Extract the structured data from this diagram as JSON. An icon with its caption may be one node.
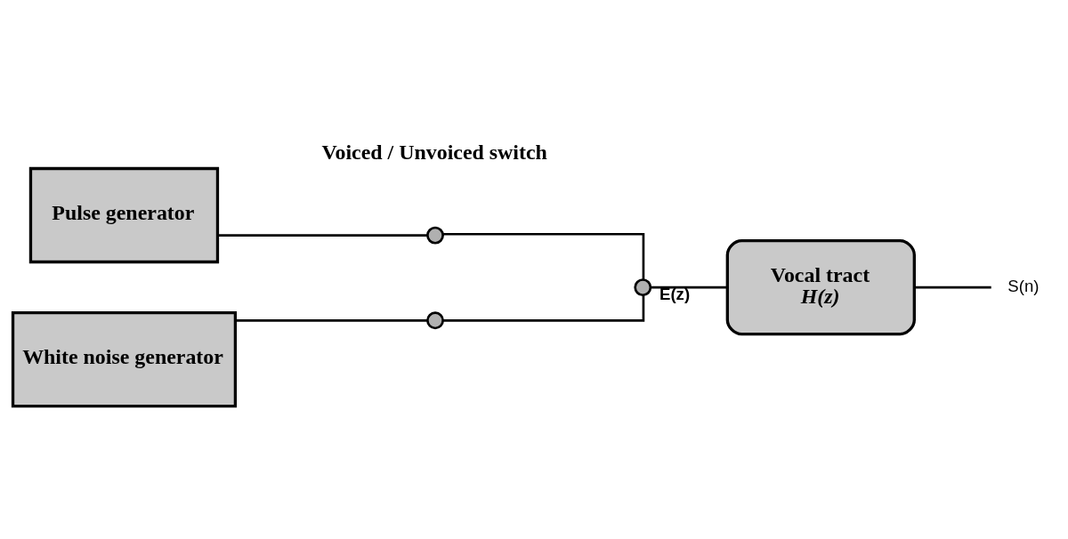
{
  "diagram": {
    "nodes": [
      {
        "text": [
          "Pulse generator"
        ]
      },
      {
        "text": [
          "White noise generator"
        ]
      },
      {
        "text": [],
        "shape": "circle"
      },
      {
        "text": [],
        "shape": "circle"
      },
      {
        "text": [],
        "shape": "circle"
      },
      {
        "text": [
          "Vocal tract",
          "H(z)"
        ]
      },
      {
        "text": [
          "S(n)"
        ]
      }
    ],
    "edges": [
      {
        "from": 0,
        "to": 2,
        "arrow": "none"
      },
      {
        "from": 1,
        "to": 3,
        "arrow": "none"
      },
      {
        "from": 2,
        "to": 4,
        "arrow": "none"
      },
      {
        "from": 3,
        "to": 4,
        "arrow": "none"
      },
      {
        "from": 4,
        "to": 5,
        "arrow": "none",
        "label": "E(z)"
      },
      {
        "from": 5,
        "to": 6,
        "arrow": "none"
      }
    ],
    "labels": [
      "Voiced / Unvoiced switch"
    ]
  }
}
